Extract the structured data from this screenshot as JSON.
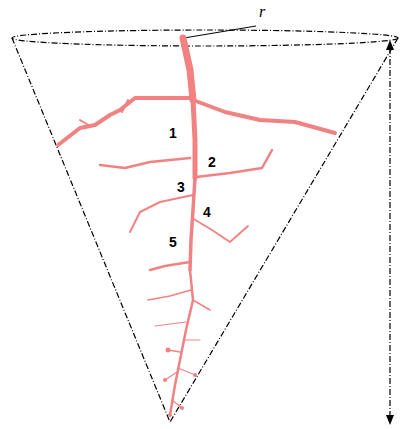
{
  "diagram": {
    "labels": [
      "r",
      "1",
      "2",
      "3",
      "4",
      "5"
    ]
  }
}
